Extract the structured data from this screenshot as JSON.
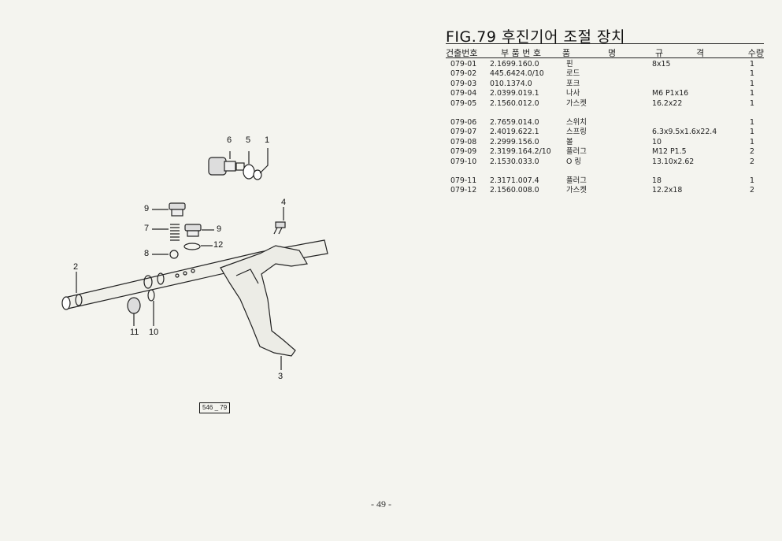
{
  "figure": {
    "title": "FIG.79 후진기어 조절 장치",
    "code": "546 _ 79",
    "callouts": [
      "6",
      "5",
      "1",
      "9",
      "4",
      "7",
      "9",
      "8",
      "12",
      "2",
      "11",
      "10",
      "3"
    ]
  },
  "table": {
    "headers": {
      "no": "건출번호",
      "part_no": "부 품 번 호",
      "name_a": "품",
      "name_b": "명",
      "spec_a": "규",
      "spec_b": "격",
      "qty": "수량"
    },
    "rows": [
      {
        "no": "079-01",
        "part_no": "2.1699.160.0",
        "name": "핀",
        "spec": "8x15",
        "qty": "1"
      },
      {
        "no": "079-02",
        "part_no": "445.6424.0/10",
        "name": "로드",
        "spec": "",
        "qty": "1"
      },
      {
        "no": "079-03",
        "part_no": "010.1374.0",
        "name": "포크",
        "spec": "",
        "qty": "1"
      },
      {
        "no": "079-04",
        "part_no": "2.0399.019.1",
        "name": "나사",
        "spec": "M6 P1x16",
        "qty": "1"
      },
      {
        "no": "079-05",
        "part_no": "2.1560.012.0",
        "name": "가스켓",
        "spec": "16.2x22",
        "qty": "1"
      },
      {
        "no": "079-06",
        "part_no": "2.7659.014.0",
        "name": "스위치",
        "spec": "",
        "qty": "1"
      },
      {
        "no": "079-07",
        "part_no": "2.4019.622.1",
        "name": "스프링",
        "spec": "6.3x9.5x1.6x22.4",
        "qty": "1"
      },
      {
        "no": "079-08",
        "part_no": "2.2999.156.0",
        "name": "볼",
        "spec": "10",
        "qty": "1"
      },
      {
        "no": "079-09",
        "part_no": "2.3199.164.2/10",
        "name": "플러그",
        "spec": "M12 P1.5",
        "qty": "2"
      },
      {
        "no": "079-10",
        "part_no": "2.1530.033.0",
        "name": "O 링",
        "spec": "13.10x2.62",
        "qty": "2"
      },
      {
        "no": "079-11",
        "part_no": "2.3171.007.4",
        "name": "플러그",
        "spec": "18",
        "qty": "1"
      },
      {
        "no": "079-12",
        "part_no": "2.1560.008.0",
        "name": "가스켓",
        "spec": "12.2x18",
        "qty": "2"
      }
    ]
  },
  "page_number": "- 49 -"
}
